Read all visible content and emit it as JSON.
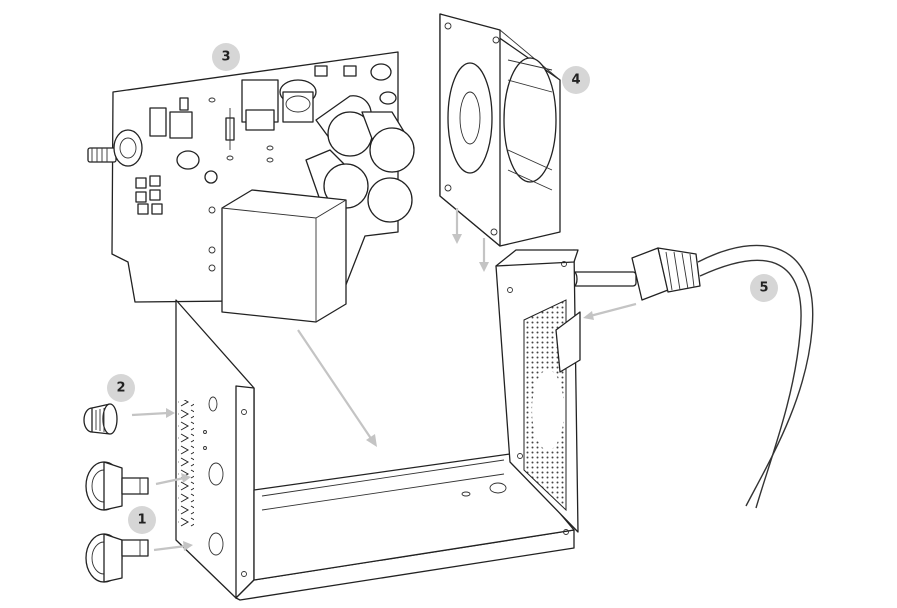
{
  "callouts": {
    "one": {
      "label": "1"
    },
    "two": {
      "label": "2"
    },
    "three": {
      "label": "3"
    },
    "four": {
      "label": "4"
    },
    "five": {
      "label": "5"
    }
  },
  "colors": {
    "callout_fill": "#d6d6d6",
    "arrow": "#c4c4c4",
    "line": "#222222"
  }
}
